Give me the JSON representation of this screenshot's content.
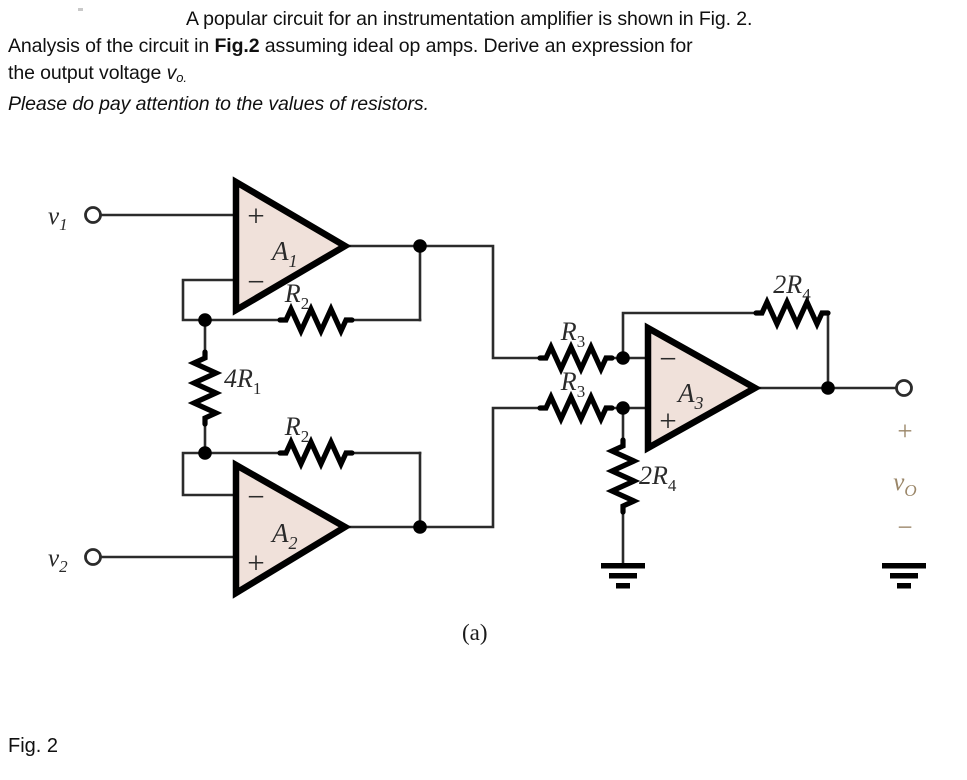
{
  "problem": {
    "line1_indent": "",
    "line1": "A popular circuit for an instrumentation amplifier is shown in Fig. 2.",
    "line2_a": "Analysis of the circuit in ",
    "line2_bold": "Fig.2",
    "line2_b": " assuming ideal op amps. Derive an expression for",
    "line3_a": "the output voltage ",
    "line3_var": "v",
    "line3_sub": "o.",
    "line4_italic": "Please do pay attention to the values of resistors."
  },
  "figure": {
    "sub_caption": "(a)",
    "caption": "Fig. 2",
    "colors": {
      "wire": "#2b2b2b",
      "opamp_fill": "#f0e1da",
      "opamp_stroke": "#000000",
      "resistor": "#000000",
      "label_dark": "#2a2a2a",
      "label_tan": "#9a8668"
    },
    "inputs": [
      {
        "name": "v1",
        "label_v": "v",
        "label_sub": "1"
      },
      {
        "name": "v2",
        "label_v": "v",
        "label_sub": "2"
      }
    ],
    "opamps": [
      {
        "name": "A1",
        "label_a": "A",
        "label_sub": "1",
        "top_terminal": "+",
        "bottom_terminal": "−"
      },
      {
        "name": "A2",
        "label_a": "A",
        "label_sub": "2",
        "top_terminal": "−",
        "bottom_terminal": "+"
      },
      {
        "name": "A3",
        "label_a": "A",
        "label_sub": "3",
        "top_terminal": "−",
        "bottom_terminal": "+"
      }
    ],
    "resistors": [
      {
        "id": "r2-top",
        "prefix": "",
        "letter": "R",
        "sub": "2",
        "orientation": "horizontal"
      },
      {
        "id": "r2-bottom",
        "prefix": "",
        "letter": "R",
        "sub": "2",
        "orientation": "horizontal"
      },
      {
        "id": "r1-gain",
        "prefix": "4",
        "letter": "R",
        "sub": "1",
        "orientation": "vertical"
      },
      {
        "id": "r3-top",
        "prefix": "",
        "letter": "R",
        "sub": "3",
        "orientation": "horizontal"
      },
      {
        "id": "r3-bottom",
        "prefix": "",
        "letter": "R",
        "sub": "3",
        "orientation": "horizontal"
      },
      {
        "id": "r4-feedback",
        "prefix": "2",
        "letter": "R",
        "sub": "4",
        "orientation": "horizontal"
      },
      {
        "id": "r4-ground",
        "prefix": "2",
        "letter": "R",
        "sub": "4",
        "orientation": "vertical"
      }
    ],
    "output": {
      "plus_sign": "+",
      "minus_sign": "−",
      "label_v": "v",
      "label_sub": "O"
    }
  }
}
